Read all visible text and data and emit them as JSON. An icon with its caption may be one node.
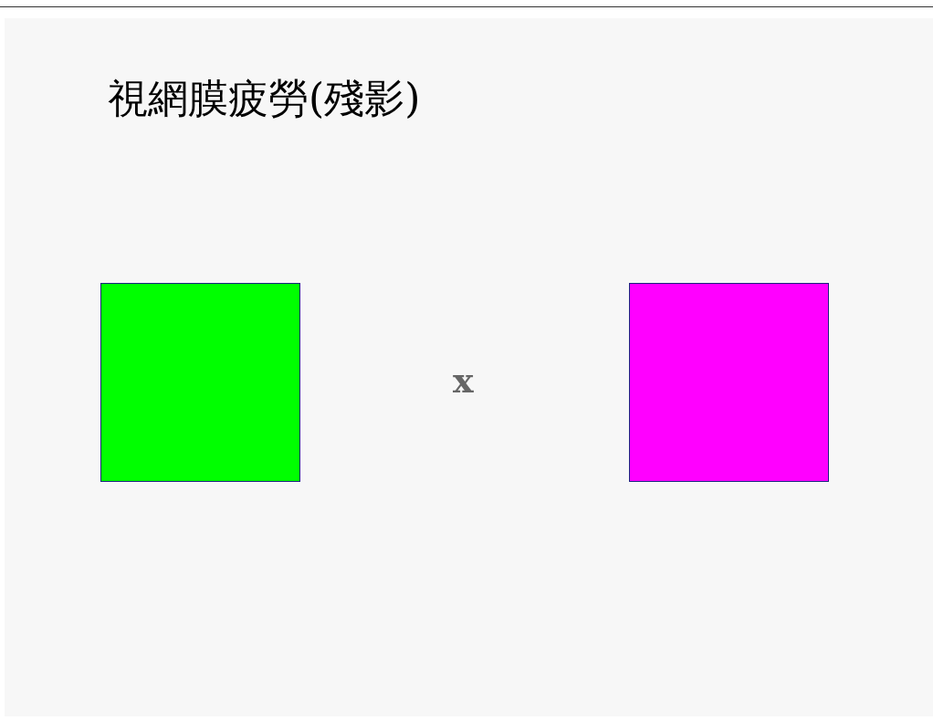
{
  "diagram": {
    "title": "視網膜疲勞(殘影)",
    "nodes": [
      {
        "text": [],
        "shape": "box"
      },
      {
        "text": [],
        "shape": "box"
      }
    ],
    "labels": [
      "x"
    ]
  }
}
